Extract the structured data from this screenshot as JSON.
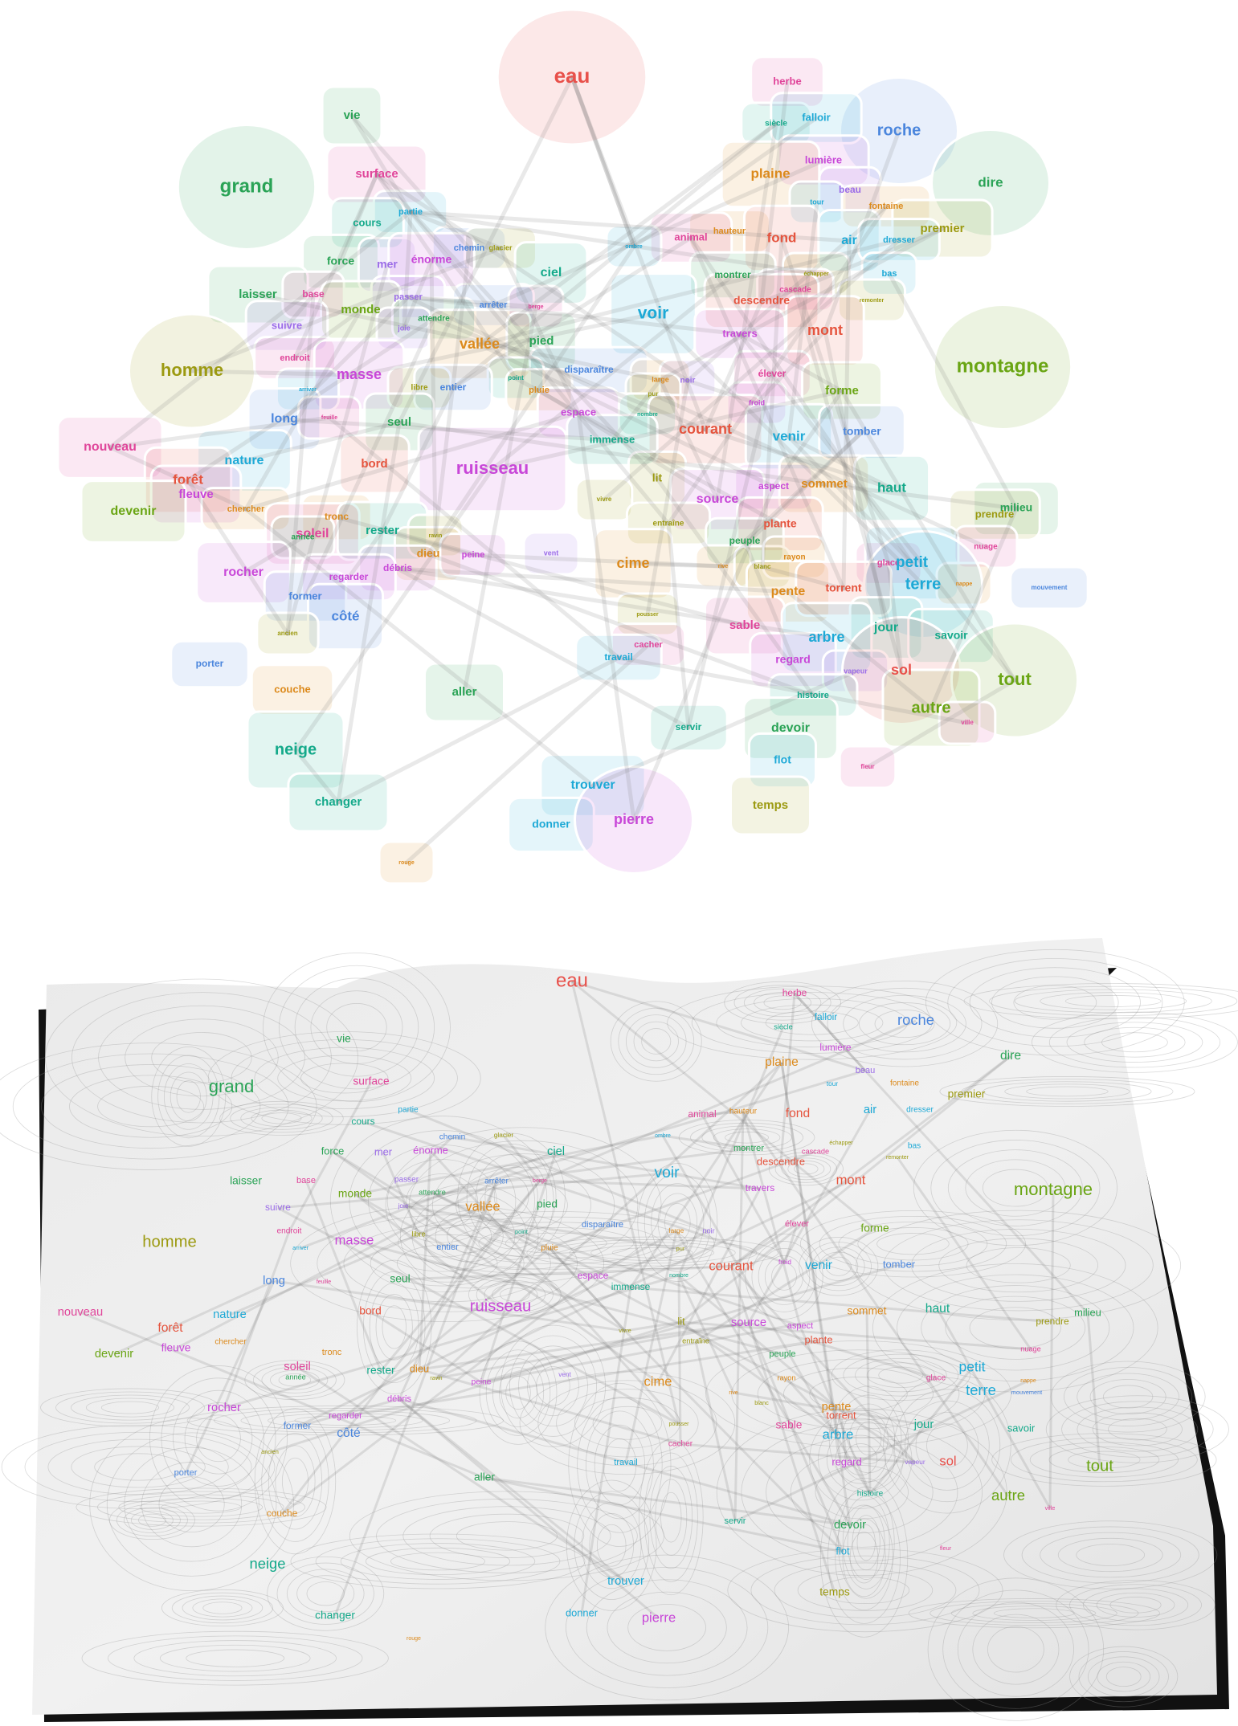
{
  "palette": {
    "red": "#e8504a",
    "pink": "#e0459a",
    "magenta": "#c847d8",
    "violet": "#9b6ce8",
    "blue": "#4b86dd",
    "cyan": "#1da9d6",
    "teal": "#14a98a",
    "green": "#2aa356",
    "lime": "#6aa514",
    "olive": "#9c9a11",
    "orange": "#dc8a1c",
    "coral": "#e5543e"
  },
  "words": [
    {
      "text": "eau",
      "c": "red",
      "s": 26,
      "big": true
    },
    {
      "text": "herbe",
      "c": "pink",
      "s": 13
    },
    {
      "text": "roche",
      "c": "blue",
      "s": 20,
      "big": true
    },
    {
      "text": "vie",
      "c": "green",
      "s": 15
    },
    {
      "text": "siècle",
      "c": "teal",
      "s": 10
    },
    {
      "text": "falloir",
      "c": "cyan",
      "s": 13
    },
    {
      "text": "grand",
      "c": "green",
      "s": 24,
      "big": true
    },
    {
      "text": "surface",
      "c": "pink",
      "s": 15
    },
    {
      "text": "lumière",
      "c": "magenta",
      "s": 13
    },
    {
      "text": "plaine",
      "c": "orange",
      "s": 17
    },
    {
      "text": "dire",
      "c": "green",
      "s": 17,
      "big": true
    },
    {
      "text": "beau",
      "c": "violet",
      "s": 12
    },
    {
      "text": "partie",
      "c": "cyan",
      "s": 11
    },
    {
      "text": "tour",
      "c": "cyan",
      "s": 9
    },
    {
      "text": "fontaine",
      "c": "orange",
      "s": 11
    },
    {
      "text": "cours",
      "c": "teal",
      "s": 13
    },
    {
      "text": "premier",
      "c": "olive",
      "s": 15
    },
    {
      "text": "hauteur",
      "c": "orange",
      "s": 11
    },
    {
      "text": "animal",
      "c": "pink",
      "s": 13
    },
    {
      "text": "fond",
      "c": "coral",
      "s": 17
    },
    {
      "text": "air",
      "c": "cyan",
      "s": 16
    },
    {
      "text": "dresser",
      "c": "cyan",
      "s": 11
    },
    {
      "text": "chemin",
      "c": "blue",
      "s": 11
    },
    {
      "text": "glacier",
      "c": "olive",
      "s": 9
    },
    {
      "text": "ombre",
      "c": "cyan",
      "s": 7
    },
    {
      "text": "force",
      "c": "green",
      "s": 14
    },
    {
      "text": "mer",
      "c": "violet",
      "s": 14
    },
    {
      "text": "énorme",
      "c": "magenta",
      "s": 14
    },
    {
      "text": "ciel",
      "c": "teal",
      "s": 16
    },
    {
      "text": "montrer",
      "c": "green",
      "s": 12
    },
    {
      "text": "échapper",
      "c": "olive",
      "s": 7
    },
    {
      "text": "bas",
      "c": "cyan",
      "s": 11
    },
    {
      "text": "laisser",
      "c": "green",
      "s": 15
    },
    {
      "text": "base",
      "c": "pink",
      "s": 12
    },
    {
      "text": "passer",
      "c": "violet",
      "s": 11
    },
    {
      "text": "cascade",
      "c": "pink",
      "s": 10
    },
    {
      "text": "descendre",
      "c": "coral",
      "s": 14
    },
    {
      "text": "arrêter",
      "c": "blue",
      "s": 11
    },
    {
      "text": "berge",
      "c": "pink",
      "s": 7
    },
    {
      "text": "voir",
      "c": "cyan",
      "s": 21
    },
    {
      "text": "monde",
      "c": "lime",
      "s": 15
    },
    {
      "text": "attendre",
      "c": "green",
      "s": 10
    },
    {
      "text": "remonter",
      "c": "olive",
      "s": 7
    },
    {
      "text": "suivre",
      "c": "violet",
      "s": 13
    },
    {
      "text": "joie",
      "c": "violet",
      "s": 9
    },
    {
      "text": "mont",
      "c": "coral",
      "s": 18
    },
    {
      "text": "montagne",
      "c": "lime",
      "s": 24,
      "big": true
    },
    {
      "text": "homme",
      "c": "olive",
      "s": 22,
      "big": true
    },
    {
      "text": "vallée",
      "c": "orange",
      "s": 18
    },
    {
      "text": "pied",
      "c": "green",
      "s": 15
    },
    {
      "text": "travers",
      "c": "magenta",
      "s": 13
    },
    {
      "text": "endroit",
      "c": "pink",
      "s": 11
    },
    {
      "text": "masse",
      "c": "magenta",
      "s": 18
    },
    {
      "text": "disparaître",
      "c": "blue",
      "s": 12
    },
    {
      "text": "point",
      "c": "teal",
      "s": 8
    },
    {
      "text": "élever",
      "c": "pink",
      "s": 12
    },
    {
      "text": "libre",
      "c": "olive",
      "s": 10
    },
    {
      "text": "entier",
      "c": "blue",
      "s": 12
    },
    {
      "text": "pluie",
      "c": "orange",
      "s": 11
    },
    {
      "text": "large",
      "c": "orange",
      "s": 9
    },
    {
      "text": "noir",
      "c": "violet",
      "s": 10
    },
    {
      "text": "forme",
      "c": "lime",
      "s": 15
    },
    {
      "text": "arriver",
      "c": "cyan",
      "s": 7
    },
    {
      "text": "pur",
      "c": "olive",
      "s": 8
    },
    {
      "text": "nouveau",
      "c": "pink",
      "s": 16
    },
    {
      "text": "long",
      "c": "blue",
      "s": 16
    },
    {
      "text": "feuille",
      "c": "pink",
      "s": 7
    },
    {
      "text": "seul",
      "c": "green",
      "s": 15
    },
    {
      "text": "espace",
      "c": "magenta",
      "s": 13
    },
    {
      "text": "nombre",
      "c": "teal",
      "s": 7
    },
    {
      "text": "froid",
      "c": "magenta",
      "s": 9
    },
    {
      "text": "courant",
      "c": "coral",
      "s": 18
    },
    {
      "text": "venir",
      "c": "cyan",
      "s": 17
    },
    {
      "text": "tomber",
      "c": "blue",
      "s": 14
    },
    {
      "text": "immense",
      "c": "teal",
      "s": 13
    },
    {
      "text": "nature",
      "c": "cyan",
      "s": 16
    },
    {
      "text": "bord",
      "c": "coral",
      "s": 15
    },
    {
      "text": "ruisseau",
      "c": "magenta",
      "s": 22
    },
    {
      "text": "forêt",
      "c": "coral",
      "s": 17
    },
    {
      "text": "lit",
      "c": "olive",
      "s": 14
    },
    {
      "text": "aspect",
      "c": "magenta",
      "s": 12
    },
    {
      "text": "sommet",
      "c": "orange",
      "s": 15
    },
    {
      "text": "haut",
      "c": "teal",
      "s": 17
    },
    {
      "text": "milieu",
      "c": "green",
      "s": 14
    },
    {
      "text": "fleuve",
      "c": "magenta",
      "s": 15
    },
    {
      "text": "devenir",
      "c": "lime",
      "s": 16
    },
    {
      "text": "chercher",
      "c": "orange",
      "s": 11
    },
    {
      "text": "vivre",
      "c": "olive",
      "s": 8
    },
    {
      "text": "source",
      "c": "magenta",
      "s": 16
    },
    {
      "text": "prendre",
      "c": "olive",
      "s": 13
    },
    {
      "text": "tronc",
      "c": "orange",
      "s": 12
    },
    {
      "text": "entraîne",
      "c": "olive",
      "s": 10
    },
    {
      "text": "plante",
      "c": "coral",
      "s": 14
    },
    {
      "text": "soleil",
      "c": "pink",
      "s": 16
    },
    {
      "text": "année",
      "c": "green",
      "s": 10
    },
    {
      "text": "rester",
      "c": "teal",
      "s": 15
    },
    {
      "text": "ravin",
      "c": "olive",
      "s": 7
    },
    {
      "text": "peuple",
      "c": "green",
      "s": 12
    },
    {
      "text": "nuage",
      "c": "pink",
      "s": 10
    },
    {
      "text": "dieu",
      "c": "orange",
      "s": 14
    },
    {
      "text": "peine",
      "c": "magenta",
      "s": 11
    },
    {
      "text": "vent",
      "c": "violet",
      "s": 9
    },
    {
      "text": "cime",
      "c": "orange",
      "s": 18
    },
    {
      "text": "rive",
      "c": "orange",
      "s": 7
    },
    {
      "text": "blanc",
      "c": "olive",
      "s": 8
    },
    {
      "text": "rayon",
      "c": "orange",
      "s": 10
    },
    {
      "text": "glace",
      "c": "pink",
      "s": 11
    },
    {
      "text": "petit",
      "c": "cyan",
      "s": 19
    },
    {
      "text": "nappe",
      "c": "orange",
      "s": 7
    },
    {
      "text": "rocher",
      "c": "magenta",
      "s": 16
    },
    {
      "text": "débris",
      "c": "magenta",
      "s": 12
    },
    {
      "text": "regarder",
      "c": "magenta",
      "s": 12
    },
    {
      "text": "terre",
      "c": "cyan",
      "s": 20,
      "big": true
    },
    {
      "text": "mouvement",
      "c": "blue",
      "s": 8
    },
    {
      "text": "former",
      "c": "blue",
      "s": 13
    },
    {
      "text": "pente",
      "c": "orange",
      "s": 16
    },
    {
      "text": "torrent",
      "c": "coral",
      "s": 14
    },
    {
      "text": "pousser",
      "c": "olive",
      "s": 7
    },
    {
      "text": "côté",
      "c": "blue",
      "s": 17
    },
    {
      "text": "sable",
      "c": "pink",
      "s": 15
    },
    {
      "text": "jour",
      "c": "teal",
      "s": 16
    },
    {
      "text": "savoir",
      "c": "teal",
      "s": 14
    },
    {
      "text": "ancien",
      "c": "olive",
      "s": 8
    },
    {
      "text": "cacher",
      "c": "pink",
      "s": 11
    },
    {
      "text": "arbre",
      "c": "cyan",
      "s": 18
    },
    {
      "text": "porter",
      "c": "blue",
      "s": 12
    },
    {
      "text": "travail",
      "c": "cyan",
      "s": 12
    },
    {
      "text": "regard",
      "c": "magenta",
      "s": 14
    },
    {
      "text": "vapeur",
      "c": "violet",
      "s": 9
    },
    {
      "text": "sol",
      "c": "red",
      "s": 18,
      "big": true
    },
    {
      "text": "tout",
      "c": "lime",
      "s": 22,
      "big": true
    },
    {
      "text": "aller",
      "c": "green",
      "s": 15
    },
    {
      "text": "couche",
      "c": "orange",
      "s": 13
    },
    {
      "text": "histoire",
      "c": "teal",
      "s": 11
    },
    {
      "text": "autre",
      "c": "lime",
      "s": 20
    },
    {
      "text": "servir",
      "c": "teal",
      "s": 12
    },
    {
      "text": "ville",
      "c": "pink",
      "s": 8
    },
    {
      "text": "devoir",
      "c": "green",
      "s": 16
    },
    {
      "text": "neige",
      "c": "teal",
      "s": 20
    },
    {
      "text": "fleur",
      "c": "pink",
      "s": 8
    },
    {
      "text": "flot",
      "c": "cyan",
      "s": 14
    },
    {
      "text": "trouver",
      "c": "cyan",
      "s": 16
    },
    {
      "text": "changer",
      "c": "teal",
      "s": 15
    },
    {
      "text": "temps",
      "c": "olive",
      "s": 15
    },
    {
      "text": "donner",
      "c": "cyan",
      "s": 14
    },
    {
      "text": "pierre",
      "c": "magenta",
      "s": 18,
      "big": true
    },
    {
      "text": "rouge",
      "c": "orange",
      "s": 7
    }
  ]
}
